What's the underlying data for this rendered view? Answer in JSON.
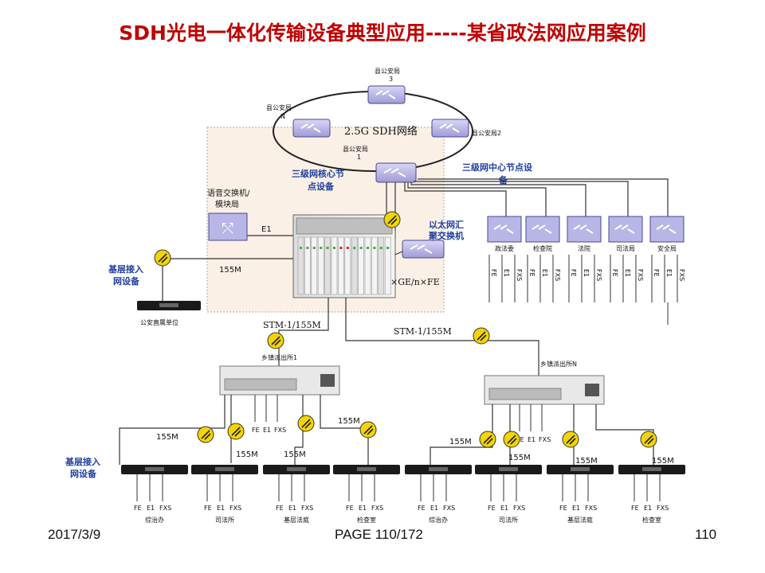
{
  "title": "SDH光电一体化传输设备典型应用-----某省政法网应用案例",
  "footer": {
    "date": "2017/3/9",
    "page": "PAGE 110/172",
    "number": "110"
  },
  "ring": {
    "label": "2.5G  SDH网络",
    "node_top": [
      "县公安局",
      "3"
    ],
    "node_left": [
      "县公安局",
      "N"
    ],
    "node_right": "县公安局2",
    "node_bottom": [
      "县公安局",
      "1"
    ]
  },
  "labels": {
    "core_node": [
      "三级网核心节",
      "点设备"
    ],
    "center_node": [
      "三级网中心节点设",
      "备"
    ],
    "voice_switch": [
      "语音交换机/",
      "模块局"
    ],
    "e1": "E1",
    "eth_switch": [
      "以太网汇",
      "聚交换机"
    ],
    "ge_fe": "×GE/n×FE",
    "access_top": [
      "基层接入",
      "网设备"
    ],
    "link_155": "155M",
    "police_unit": "公安直属单位",
    "stm_left": "STM-1/155M",
    "stm_right": "STM-1/155M",
    "station_1": "乡镇派出所1",
    "station_n": "乡镇派出所N",
    "access_bottom": [
      "基层接入",
      "网设备"
    ]
  },
  "center_nodes": [
    "政法委",
    "检查院",
    "法院",
    "司法局",
    "安全局"
  ],
  "ports_vertical": [
    "FE",
    "E1",
    "FXS"
  ],
  "station_ports": [
    "FE",
    "E1",
    "FXS"
  ],
  "bottom_units": [
    "综治办",
    "司法所",
    "基层法庭",
    "检查室",
    "综治办",
    "司法所",
    "基层法庭",
    "检查室"
  ],
  "link_155_labels": [
    "155M",
    "155M",
    "155M",
    "155M",
    "155M",
    "155M",
    "155M",
    "155M"
  ],
  "colors": {
    "title": "#c00000",
    "router_fill": "#b8b6e6",
    "router_stroke": "#4a4790",
    "label_blue": "#1f3f9f",
    "highlight": "#fbf0e6",
    "modem_yellow": "#f3d400"
  }
}
